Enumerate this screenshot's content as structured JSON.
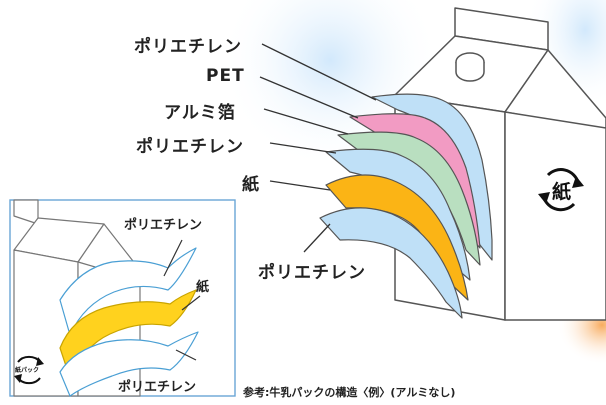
{
  "main_labels": {
    "polyethylene_outer": "ポリエチレン",
    "pet": "PET",
    "aluminum_foil": "アルミ箔",
    "polyethylene_mid": "ポリエチレン",
    "paper": "紙",
    "polyethylene_inner": "ポリエチレン"
  },
  "inset_labels": {
    "polyethylene_top": "ポリエチレン",
    "paper": "紙",
    "polyethylene_bottom": "ポリエチレン"
  },
  "recycle_mark_big": "紙",
  "recycle_mark_small": "紙パック",
  "caption": "参考:牛乳パックの構造〈例〉(アルミなし)",
  "colors": {
    "polyethylene": "#bfe0f7",
    "pet": "#f29bc3",
    "aluminum": "#b9dfc0",
    "paper": "#fbb415",
    "inset_paper": "#ffd21e",
    "line": "#444444",
    "inset_border": "#6aa6d6"
  }
}
